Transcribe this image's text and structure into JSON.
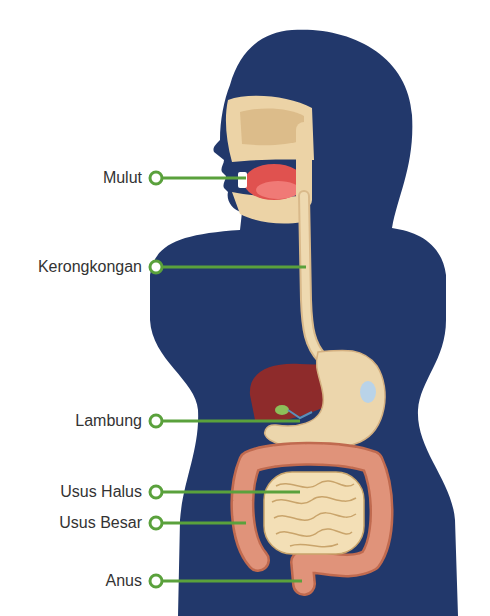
{
  "diagram": {
    "labels": [
      "Mulut",
      "Kerongkongan",
      "Lambung",
      "Usus Halus",
      "Usus Besar",
      "Anus"
    ]
  }
}
